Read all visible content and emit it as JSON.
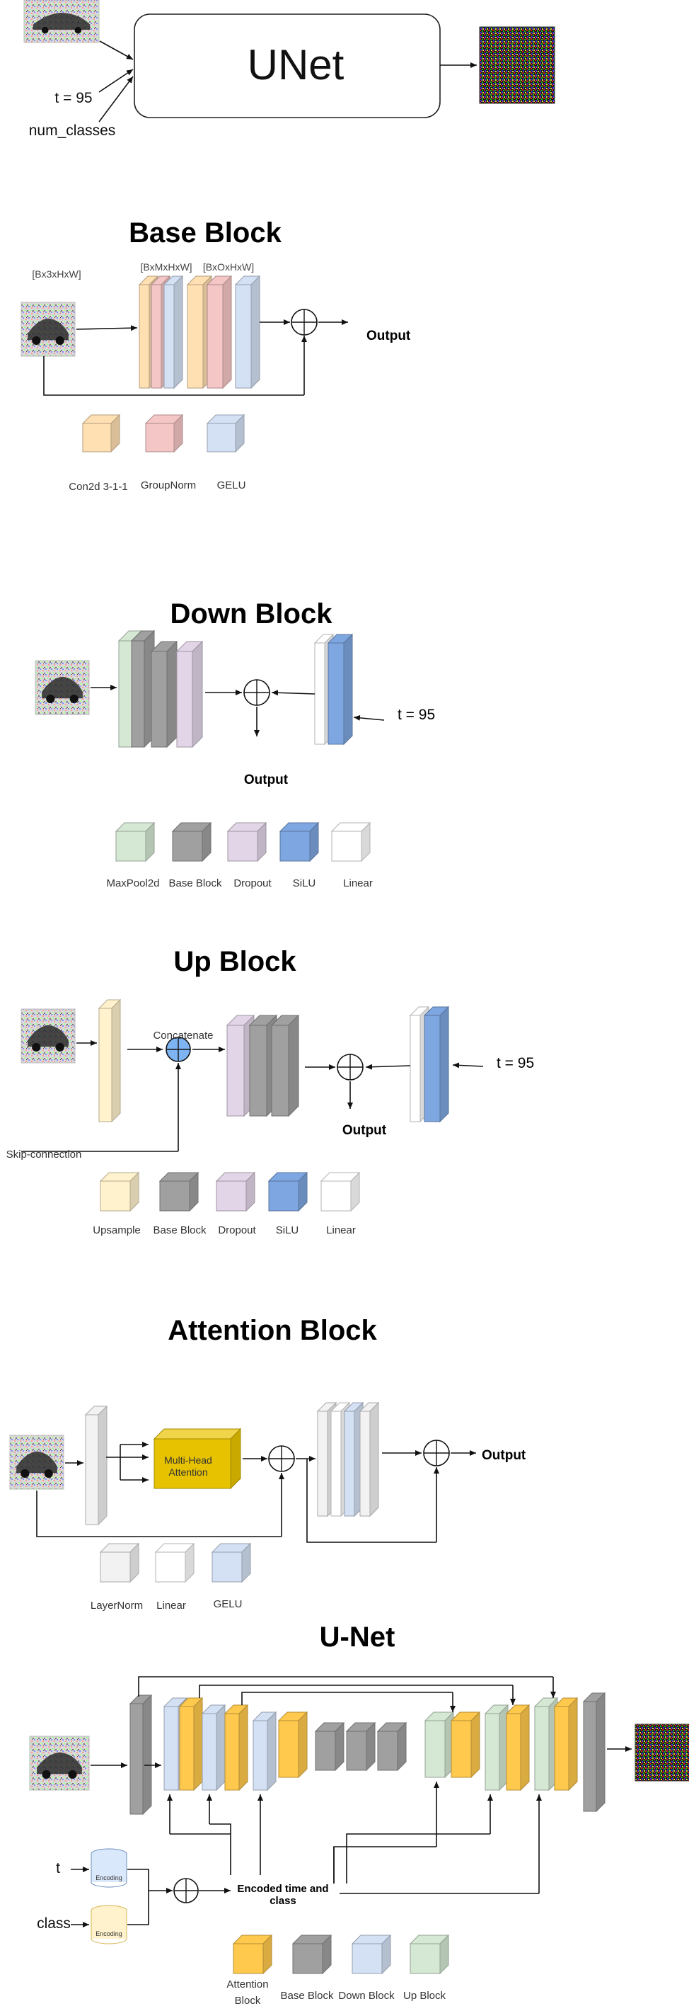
{
  "colors": {
    "orange": "#ffe0b2",
    "red": "#f5c6c6",
    "blue": "#d4e1f5",
    "green": "#d5e8d4",
    "gray": "#a0a0a0",
    "purple": "#e1d5e7",
    "silu": "#7ea6e0",
    "white": "#ffffff",
    "yellow": "#fff2cc",
    "mha": "#e6c200",
    "unet_yellow": "#ffc94d",
    "light_gray": "#f2f2f2"
  },
  "top": {
    "unet_label": "UNet",
    "t_label": "t = 95",
    "classes_label": "num_classes"
  },
  "base": {
    "title": "Base Block",
    "dim_in": "[Bx3xHxW]",
    "dim_mid": "[BxMxHxW]",
    "dim_out": "[BxOxHxW]",
    "output": "Output",
    "legend": [
      "Con2d 3-1-1",
      "GroupNorm",
      "GELU"
    ]
  },
  "down": {
    "title": "Down Block",
    "t_label": "t = 95",
    "output": "Output",
    "legend": [
      "MaxPool2d",
      "Base Block",
      "Dropout",
      "SiLU",
      "Linear"
    ]
  },
  "up": {
    "title": "Up Block",
    "concat": "Concatenate",
    "skip": "Skip-connection",
    "t_label": "t = 95",
    "output": "Output",
    "legend": [
      "Upsample",
      "Base Block",
      "Dropout",
      "SiLU",
      "Linear"
    ]
  },
  "attn": {
    "title": "Attention Block",
    "mha_line1": "Multi-Head",
    "mha_line2": "Attention",
    "output": "Output",
    "legend": [
      "LayerNorm",
      "Linear",
      "GELU"
    ]
  },
  "unet": {
    "title": "U-Net",
    "t_label": "t",
    "class_label": "class",
    "encoding": "Encoding",
    "encoded_line1": "Encoded time and",
    "encoded_line2": "class",
    "legend": [
      "Attention",
      "Block",
      "Base Block",
      "Down Block",
      "Up Block"
    ]
  }
}
